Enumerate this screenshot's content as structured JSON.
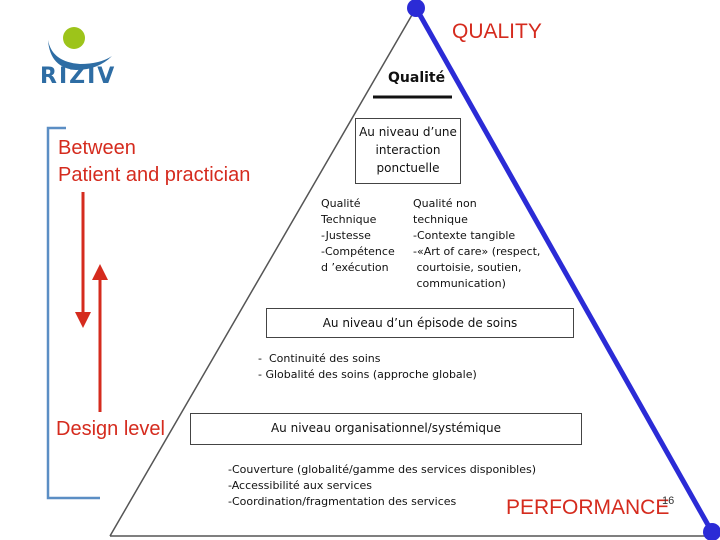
{
  "logo": {
    "text": "RIZIV"
  },
  "labels": {
    "quality": "QUALITY",
    "performance": "PERFORMANCE",
    "page_number": "16",
    "between": "Between\nPatient and practician",
    "design_level": "Design level"
  },
  "pyramid": {
    "title": "Qualité",
    "top_box": "Au niveau d’une\ninteraction\nponctuelle",
    "col_left": "Qualité\nTechnique\n-Justesse\n-Compétence\nd ’exécution",
    "col_right": "Qualité non\ntechnique\n-Contexte tangible\n-«Art of care» (respect,\n courtoisie, soutien,\n communication)",
    "middle_box": "Au niveau d’un épisode de soins",
    "middle_list": "-  Continuité des soins\n- Globalité des soins (approche globale)",
    "bottom_box": "Au niveau organisationnel/systémique",
    "bottom_list": "-Couverture (globalité/gamme des services disponibles)\n-Accessibilité aux services\n-Coordination/fragmentation des services"
  },
  "colors": {
    "accent_red": "#d52b1e",
    "axis_blue": "#2b2bd6",
    "bracket_blue": "#5b8ec4",
    "logo_green": "#9dc41a",
    "logo_blue": "#2e6da4"
  }
}
